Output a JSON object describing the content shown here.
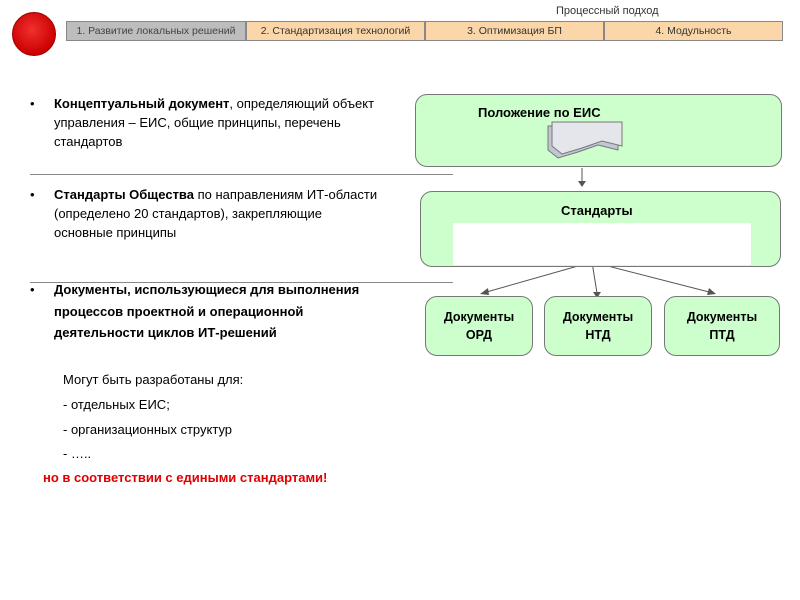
{
  "header": {
    "caption": "Процессный подход",
    "steps": [
      {
        "label": "1. Развитие локальных решений"
      },
      {
        "label": "2. Стандартизация технологий"
      },
      {
        "label": "3. Оптимизация БП"
      },
      {
        "label": "4. Модульность"
      }
    ]
  },
  "bullets": [
    {
      "bold": "Концептуальный документ",
      "rest": ", определяющий объект управления – ЕИС, общие принципы, перечень стандартов"
    },
    {
      "bold": "Стандарты Общества",
      "rest": " по направлениям ИТ-области (определено 20 стандартов), закрепляющие основные принципы"
    },
    {
      "bold": "Документы, использующиеся для выполнения процессов  проектной и операционной деятельности циклов ИТ-решений",
      "rest": ""
    }
  ],
  "sub_items": {
    "intro": "Могут быть разработаны для:",
    "items": [
      "- отдельных ЕИС;",
      "- организационных структур",
      "- ….."
    ]
  },
  "warning": "но в соответствии с едиными  стандартами!",
  "diagram": {
    "top_box": "Положение по ЕИС",
    "mid_box": "Стандарты",
    "docs": [
      {
        "line1": "Документы",
        "line2": "ОРД"
      },
      {
        "line1": "Документы",
        "line2": "НТД"
      },
      {
        "line1": "Документы",
        "line2": "ПТД"
      }
    ]
  }
}
